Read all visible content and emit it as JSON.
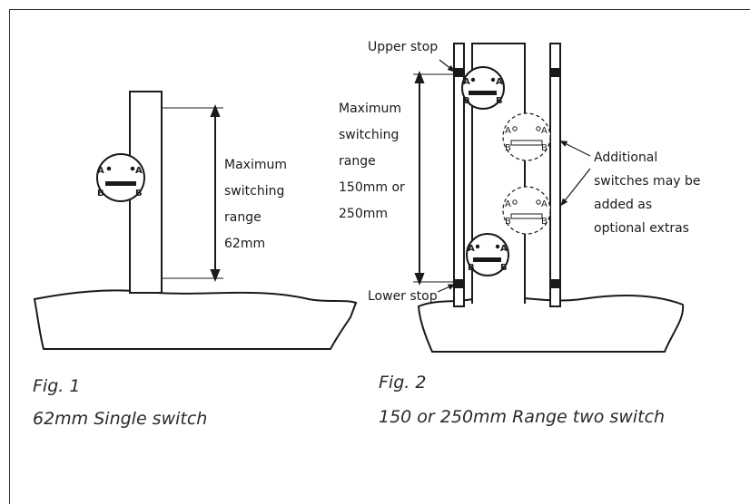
{
  "figure1": {
    "range_lines": [
      "Maximum",
      "switching",
      "range",
      "62mm"
    ],
    "caption_fig": "Fig. 1",
    "caption_text": "62mm Single switch",
    "switch_label_a": "A",
    "switch_label_b": "B"
  },
  "figure2": {
    "upper_stop": "Upper stop",
    "lower_stop": "Lower stop",
    "range_lines": [
      "Maximum",
      "switching",
      "range",
      "150mm or",
      "250mm"
    ],
    "additional_lines": [
      "Additional",
      "switches may be",
      "added as",
      "optional extras"
    ],
    "caption_fig": "Fig. 2",
    "caption_text": "150 or 250mm Range two switch"
  },
  "colors": {
    "ink": "#1a1a1a",
    "frame": "#333333",
    "paper": "#ffffff"
  }
}
